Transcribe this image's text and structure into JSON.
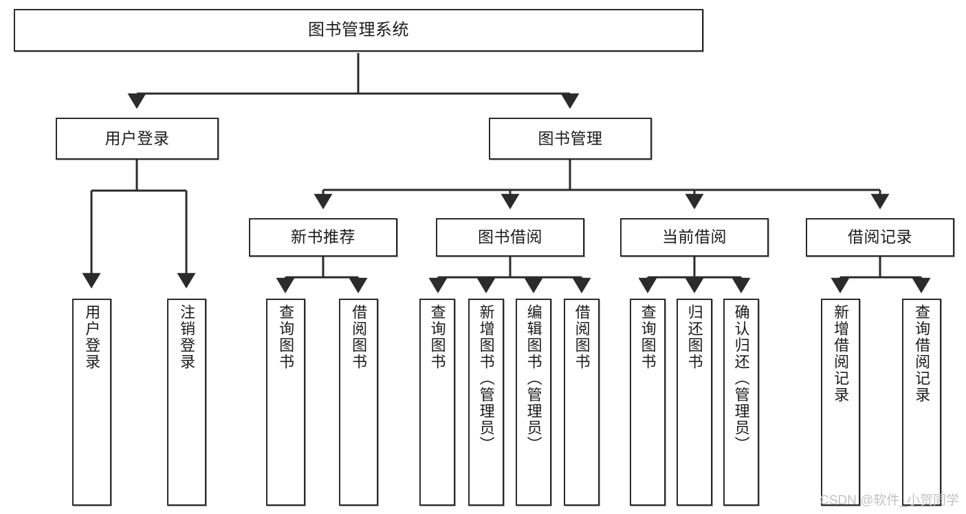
{
  "diagram": {
    "title": "图书管理系统",
    "type": "tree-hierarchy",
    "colors": {
      "border": "#2b2b2b",
      "fill": "#ffffff",
      "text": "#1b1b1b",
      "watermark": "#c2c2c2"
    },
    "nodes": {
      "root": {
        "label": "图书管理系统"
      },
      "level2": [
        {
          "id": "user-login",
          "label": "用户登录"
        },
        {
          "id": "book-management",
          "label": "图书管理"
        }
      ],
      "level3": [
        {
          "id": "new-book-recommend",
          "label": "新书推荐"
        },
        {
          "id": "book-borrow",
          "label": "图书借阅"
        },
        {
          "id": "current-borrow",
          "label": "当前借阅"
        },
        {
          "id": "borrow-record",
          "label": "借阅记录"
        }
      ],
      "leaves": {
        "user-login": [
          {
            "id": "leaf-user-login",
            "label": "用户登录"
          },
          {
            "id": "leaf-logout-login",
            "label": "注销登录"
          }
        ],
        "new-book-recommend": [
          {
            "id": "leaf-query-book-1",
            "label": "查询图书"
          },
          {
            "id": "leaf-borrow-book-1",
            "label": "借阅图书"
          }
        ],
        "book-borrow": [
          {
            "id": "leaf-query-book-2",
            "label": "查询图书"
          },
          {
            "id": "leaf-add-book-admin",
            "label": "新增图书（管理员）"
          },
          {
            "id": "leaf-edit-book-admin",
            "label": "编辑图书（管理员）"
          },
          {
            "id": "leaf-borrow-book-2",
            "label": "借阅图书"
          }
        ],
        "current-borrow": [
          {
            "id": "leaf-query-book-3",
            "label": "查询图书"
          },
          {
            "id": "leaf-return-book",
            "label": "归还图书"
          },
          {
            "id": "leaf-confirm-return-admin",
            "label": "确认归还（管理员）"
          }
        ],
        "borrow-record": [
          {
            "id": "leaf-add-borrow-record",
            "label": "新增借阅记录"
          },
          {
            "id": "leaf-query-borrow-record",
            "label": "查询借阅记录"
          }
        ]
      }
    }
  },
  "watermark": {
    "text": "CSDN @软件_小贺同学"
  }
}
